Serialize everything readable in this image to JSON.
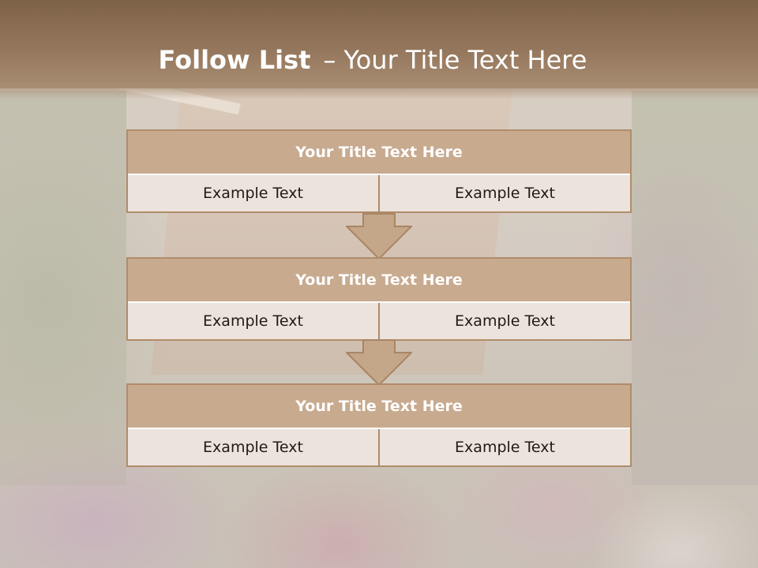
{
  "slide": {
    "title_bold": "Follow List",
    "title_dash": "–",
    "title_rest": "Your Title Text Here"
  },
  "blocks": [
    {
      "title": "Your Title Text Here",
      "left": "Example Text",
      "right": "Example Text"
    },
    {
      "title": "Your Title Text Here",
      "left": "Example Text",
      "right": "Example Text"
    },
    {
      "title": "Your Title Text Here",
      "left": "Example Text",
      "right": "Example Text"
    }
  ],
  "colors": {
    "header": "#8a6d52",
    "block_header": "#c8aa8f",
    "block_border": "#b08c6a",
    "block_cell": "#ece3dd",
    "arrow_fill": "#c4a688"
  },
  "icons": [
    "down-arrow-icon",
    "down-arrow-icon"
  ]
}
